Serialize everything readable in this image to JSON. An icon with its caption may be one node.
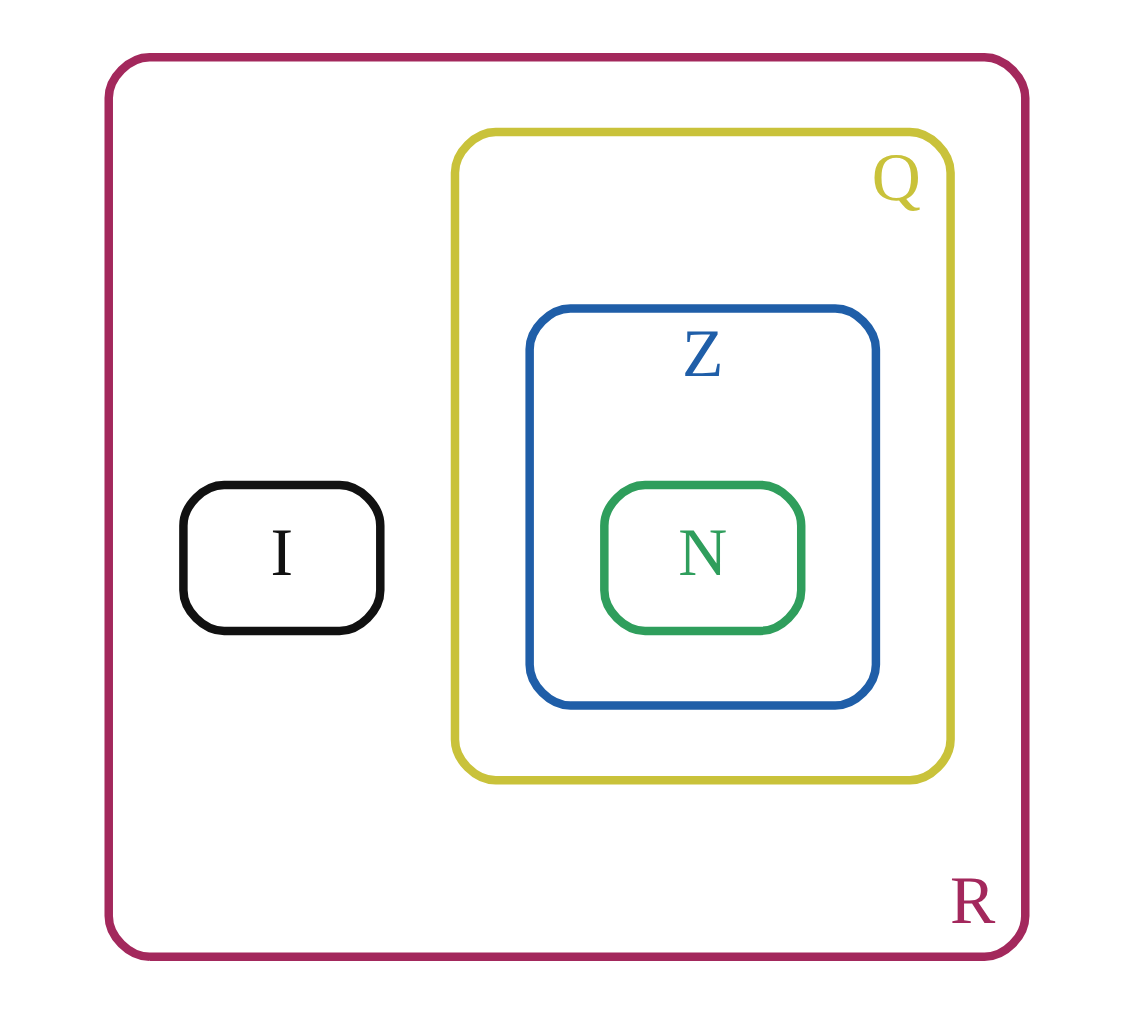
{
  "diagram": {
    "nodes": [
      {
        "text": [
          "R"
        ]
      },
      {
        "text": [
          "I"
        ],
        "in": 0
      },
      {
        "text": [
          "Q"
        ],
        "in": 0
      },
      {
        "text": [
          "Z"
        ],
        "in": 2
      },
      {
        "text": [
          "N"
        ],
        "in": 3
      }
    ]
  }
}
